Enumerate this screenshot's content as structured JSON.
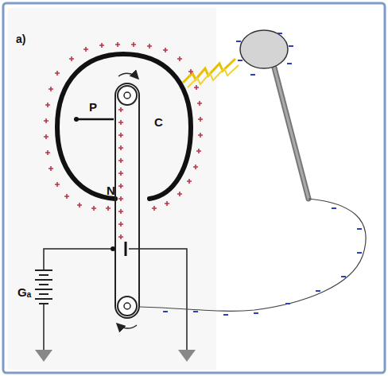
{
  "diagram": {
    "labels": [
      "a)",
      "P",
      "C",
      "N",
      "Gₐ"
    ]
  }
}
